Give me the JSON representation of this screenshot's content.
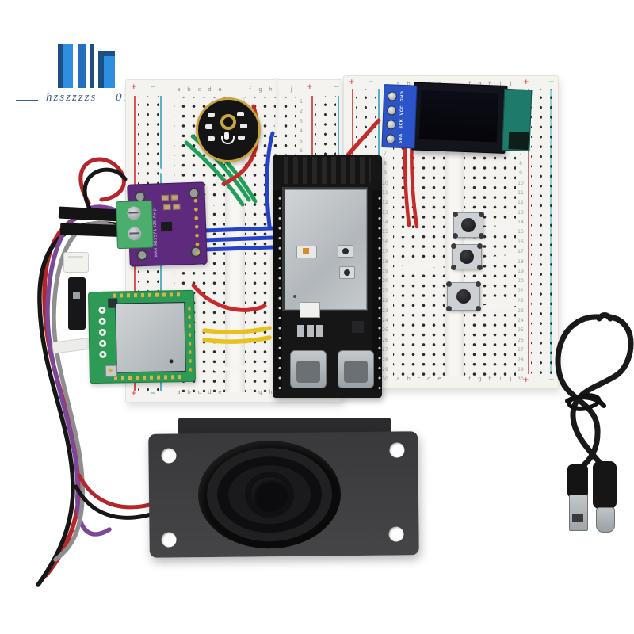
{
  "watermark": {
    "brand": "hzszzzzs",
    "number": "01"
  },
  "breadboard": {
    "plus": "+",
    "minus": "−",
    "letters_left": [
      "a",
      "b",
      "c",
      "d",
      "e"
    ],
    "letters_right": [
      "f",
      "g",
      "h",
      "i",
      "j"
    ],
    "rows": [
      "1",
      "2",
      "3",
      "4",
      "5",
      "6",
      "7",
      "8",
      "9",
      "10",
      "11",
      "12",
      "13",
      "14",
      "15",
      "16",
      "17",
      "18",
      "19",
      "20",
      "21",
      "22",
      "23",
      "24",
      "25",
      "26",
      "27",
      "28",
      "29",
      "30"
    ]
  },
  "oled": {
    "pins": [
      "GND",
      "VCC",
      "SCK",
      "SDA"
    ]
  },
  "amp": {
    "label": "MAX 98357A I2S Amp"
  },
  "colors": {
    "watermark_blue_dark": "#1b4f86",
    "watermark_blue_light": "#2e8fe0",
    "rail_red": "#d85555",
    "rail_blue": "#58b2c8",
    "pcb_purple": "#5e2a7e",
    "pcb_green": "#2d9b55",
    "oled_header_blue": "#2b54c8",
    "oled_teal": "#1e7a6a",
    "wire_red": "#c62a2a",
    "wire_black": "#161616",
    "wire_green": "#1fa05a",
    "wire_blue": "#2443c8",
    "wire_yellow": "#e8c21c",
    "wire_white": "#f4f4f2",
    "wire_purple": "#7c4799",
    "wire_gray": "#8e8e90"
  }
}
